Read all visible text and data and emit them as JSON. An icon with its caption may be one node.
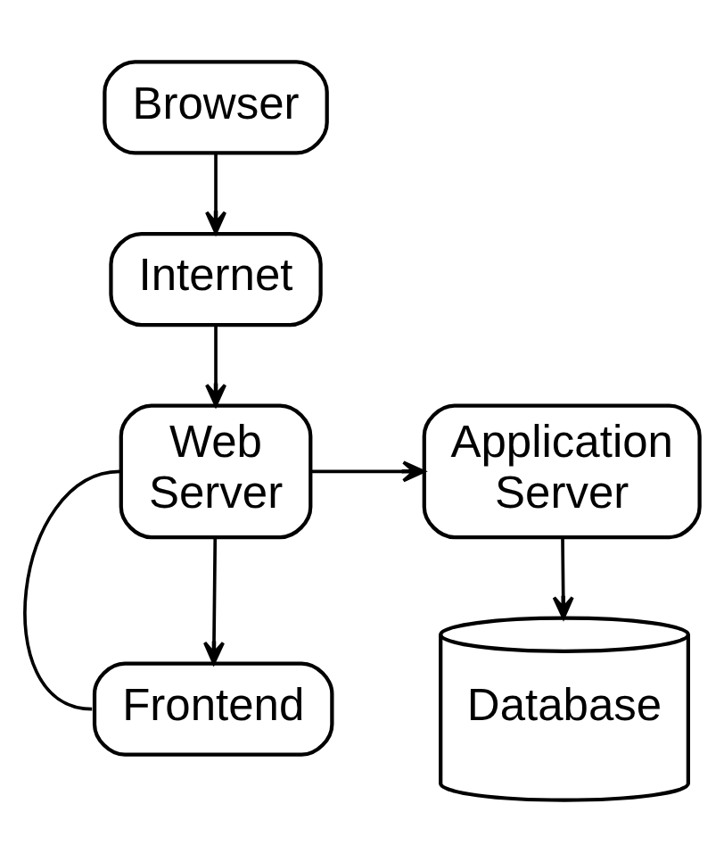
{
  "diagram": {
    "nodes": [
      {
        "text": [
          "Browser"
        ]
      },
      {
        "text": [
          "Internet"
        ]
      },
      {
        "text": [
          "Web Server"
        ]
      },
      {
        "text": [
          "Application Server"
        ]
      },
      {
        "text": [
          "Frontend"
        ]
      },
      {
        "text": [
          "Database"
        ]
      }
    ],
    "edges": [
      {
        "from": 0,
        "to": 1,
        "arrow": "to"
      },
      {
        "from": 1,
        "to": 2,
        "arrow": "to"
      },
      {
        "from": 2,
        "to": 3,
        "arrow": "to"
      },
      {
        "from": 3,
        "to": 5,
        "arrow": "to"
      },
      {
        "from": 2,
        "to": 4,
        "arrow": "to"
      },
      {
        "from": 2,
        "to": 4,
        "arrow": "none"
      }
    ]
  }
}
